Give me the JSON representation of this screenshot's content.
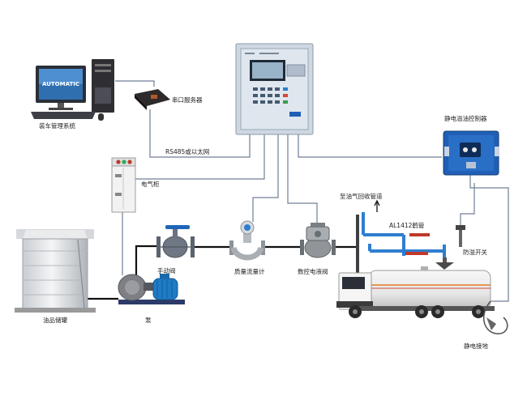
{
  "labels": {
    "loading_mgmt_system": "装车管理系统",
    "serial_server": "串口服务器",
    "rs485_network": "RS485或以太网",
    "electrical_cabinet": "电气柜",
    "manual_valve": "手动阀",
    "mass_flowmeter": "质量流量计",
    "digital_control_valve": "数控电液阀",
    "vapor_recovery": "至油气回收管道",
    "crane_arm": "AL1412鹤管",
    "overflow_controller": "静电溢油控制器",
    "overfill_switch": "防溢开关",
    "static_grounding": "静电接地",
    "oil_tank": "油品储罐",
    "pump": "泵"
  },
  "colors": {
    "wire": "#6f7f97",
    "pipe": "#111111",
    "pipe_blue": "#2f7ecf",
    "pipe_red": "#c0392b",
    "controller_blue": "#1f5fb5",
    "panel_grey": "#cfd8e2"
  }
}
